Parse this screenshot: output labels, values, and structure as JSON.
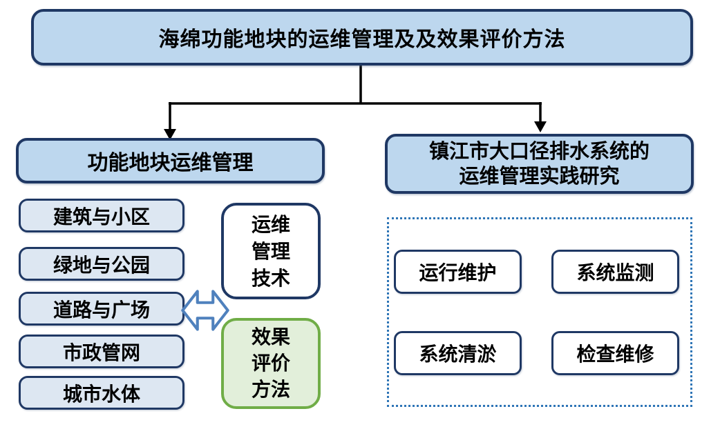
{
  "root": {
    "title": "海绵功能地块的运维管理及及效果评价方法"
  },
  "left_branch": {
    "heading": "功能地块运维管理",
    "items": [
      "建筑与小区",
      "绿地与公园",
      "道路与广场",
      "市政管网",
      "城市水体"
    ],
    "tech_box": {
      "lines": [
        "运维",
        "管理",
        "技术"
      ]
    },
    "eval_box": {
      "lines": [
        "效果",
        "评价",
        "方法"
      ]
    }
  },
  "right_branch": {
    "heading_lines": [
      "镇江市大口径排水系统的",
      "运维管理实践研究"
    ],
    "items": [
      "运行维护",
      "系统监测",
      "系统清淤",
      "检查维修"
    ]
  },
  "icons": {
    "double_arrow": "left-right-double-arrow"
  },
  "colors": {
    "node_fill_blue": "#bdd7ee",
    "list_fill_blue": "#dde7f2",
    "border_navy": "#1f3864",
    "eval_fill_green": "#e2efda",
    "eval_border_green": "#70ad47",
    "double_arrow_stroke": "#4f81bd",
    "dotted_border": "#2e75b6",
    "connector": "#000000"
  }
}
